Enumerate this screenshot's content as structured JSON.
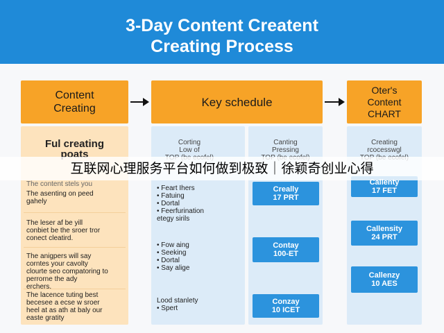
{
  "title": {
    "line1": "3-Day Content Creatent",
    "line2": "Creating Process"
  },
  "boxes": [
    {
      "line1": "Content",
      "line2": "Creating"
    },
    {
      "line1": "Key schedule",
      "line2": ""
    },
    {
      "line1": "Oter's",
      "line2": "Content",
      "line3": "CHART"
    }
  ],
  "col1": {
    "heading1": "Ful creating",
    "heading2": "poats",
    "sub": "The content stels you",
    "cells": [
      [
        "The asenting on peed",
        "gahely"
      ],
      [
        "The leser af be yill",
        "conbiet be the sroer tror",
        "conect cleatird."
      ],
      [
        "The anigpers will say",
        "corntes your cavolty",
        "clourte seo compatoring to",
        "perrorne the ady",
        "erchers."
      ],
      [
        "The lacence tuting best",
        "becesee a ecse w sroer",
        "heel at as ath at baly our",
        "easte gratity"
      ]
    ]
  },
  "col2": {
    "head": [
      "Corting",
      "Low of",
      "TOP (be ecofel)"
    ],
    "list1": [
      "• Feart Ihers",
      "• Fatuing",
      "• Dortal",
      "• Feerfurination",
      "  etegy sirils"
    ],
    "list2": [
      "• Fow aing",
      "• Seeking",
      "• Dortal",
      "• Say alige"
    ],
    "list3": [
      "Lood stanlety",
      "• Spert"
    ]
  },
  "col3": {
    "head": [
      "Canting",
      "Pressing",
      "TOP (be ecofel)"
    ],
    "boxes": [
      {
        "line1": "Creally",
        "line2": "17 PRT"
      },
      {
        "line1": "Contay",
        "line2": "100-ET"
      },
      {
        "line1": "Conzay",
        "line2": "10 ICET"
      }
    ]
  },
  "col4": {
    "head": [
      "Creating",
      "rcocesswgl",
      "TOP (be ecofel)"
    ],
    "boxes": [
      {
        "line1": "Callenty",
        "line2": "17 FET"
      },
      {
        "line1": "Callensity",
        "line2": "24 PRT"
      },
      {
        "line1": "Callenzy",
        "line2": "10 AES"
      }
    ]
  },
  "banner": "互联网心理服务平台如何做到极致｜徐颖奇创业心得",
  "colors": {
    "header": "#1f8ad8",
    "orange": "#f7a327",
    "peach": "#fde3bd",
    "lightblue": "#dcebf8",
    "blue": "#2c93dd"
  }
}
